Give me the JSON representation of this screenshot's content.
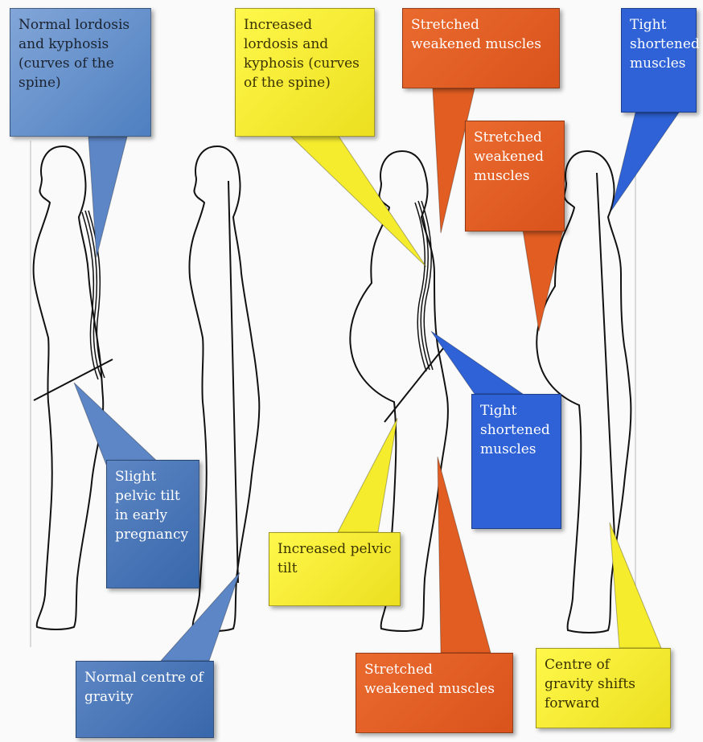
{
  "callouts": {
    "normal_curves": "Normal lordosis and kyphosis (curves of the spine)",
    "increased_curves": "Increased lordosis and kyphosis (curves of the spine)",
    "stretched_top": "Stretched weakened muscles",
    "tight_top": "Tight shortened muscles",
    "stretched_mid": "Stretched weakened muscles",
    "tight_mid": "Tight shortened muscles",
    "slight_tilt": "Slight pelvic tilt in early pregnancy",
    "increased_tilt": "Increased pelvic tilt",
    "normal_gravity": "Normal centre of gravity",
    "stretched_bottom": "Stretched weakened muscles",
    "gravity_forward": "Centre of gravity shifts forward"
  },
  "colors": {
    "blue": "#5f8bcb",
    "bright_blue": "#2e62d6",
    "yellow": "#f5ec2e",
    "orange": "#e15d22",
    "outline": "#111111"
  }
}
